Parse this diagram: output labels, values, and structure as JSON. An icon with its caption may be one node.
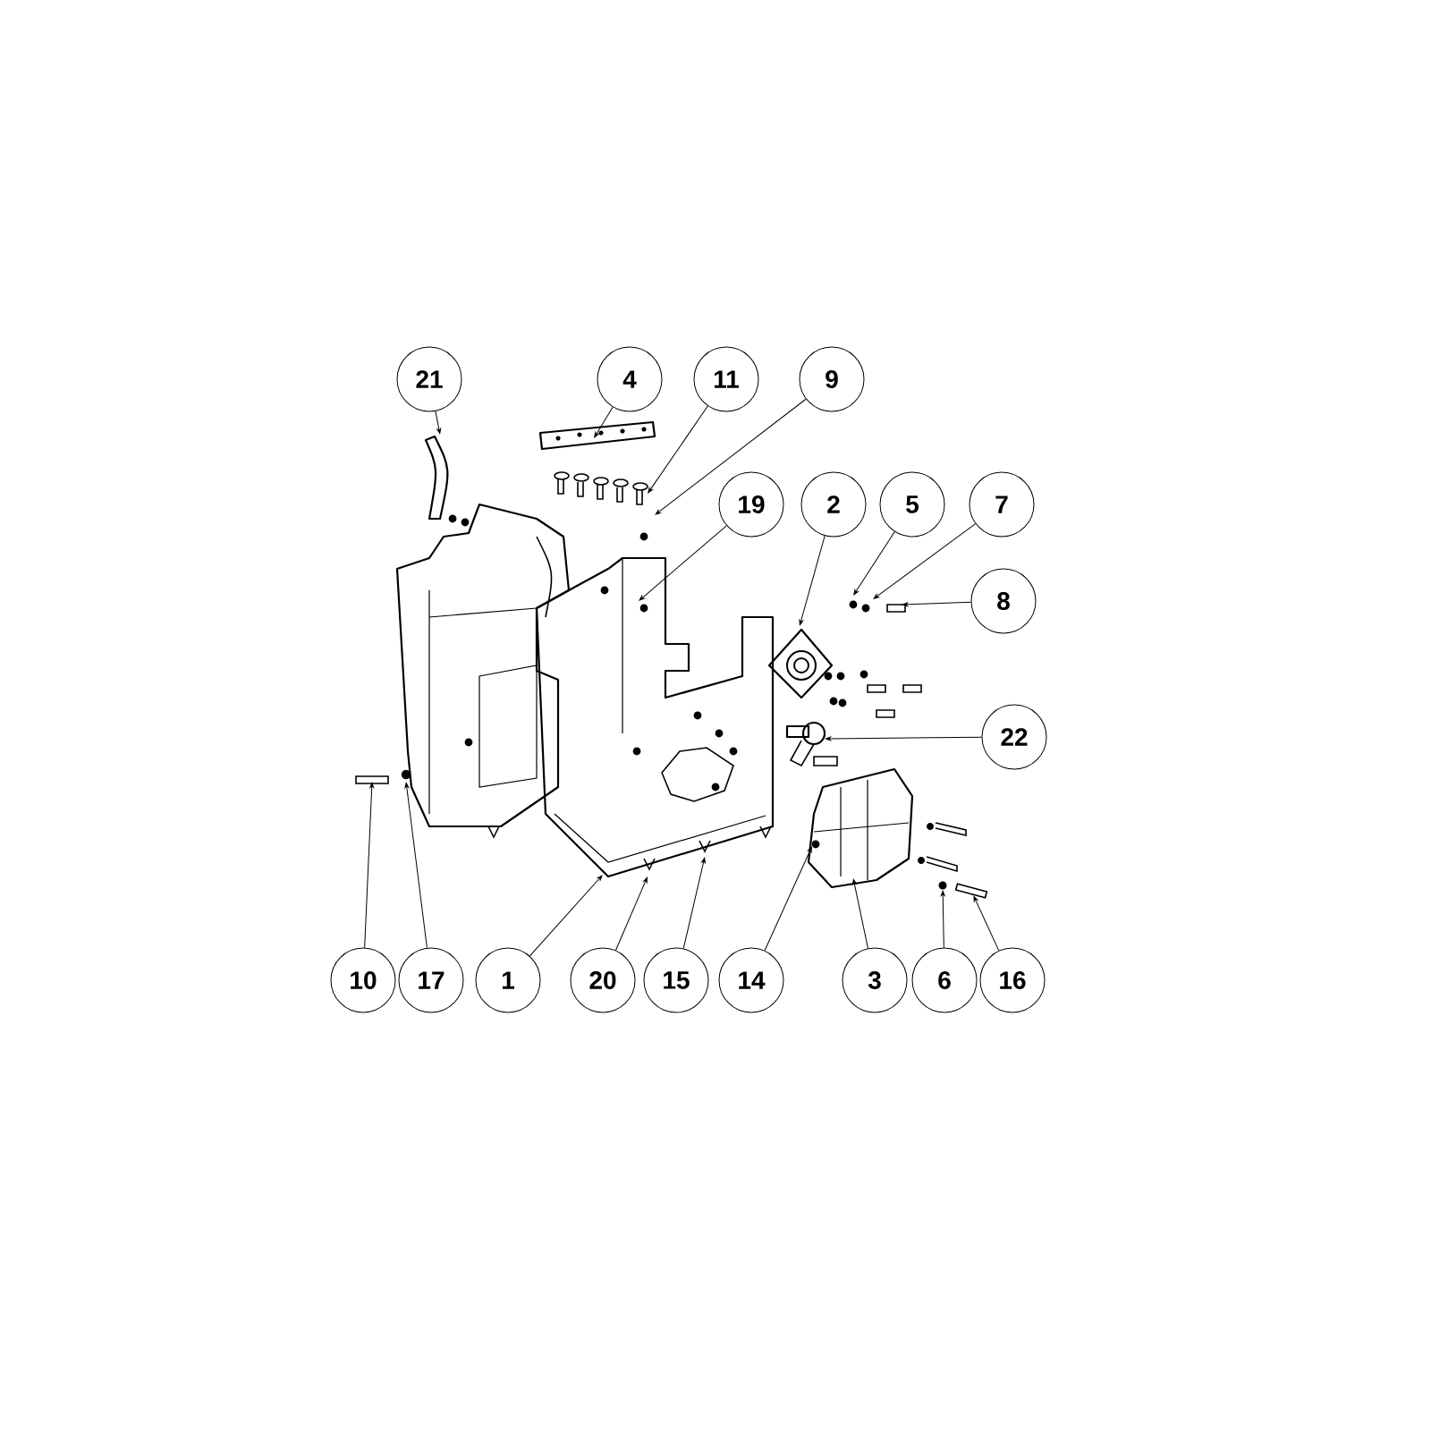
{
  "diagram": {
    "nodes": [
      {
        "text": [
          "21"
        ]
      },
      {
        "text": [
          "4"
        ]
      },
      {
        "text": [
          "11"
        ]
      },
      {
        "text": [
          "9"
        ]
      },
      {
        "text": [
          "19"
        ]
      },
      {
        "text": [
          "2"
        ]
      },
      {
        "text": [
          "5"
        ]
      },
      {
        "text": [
          "7"
        ]
      },
      {
        "text": [
          "8"
        ]
      },
      {
        "text": [
          "22"
        ]
      },
      {
        "text": [
          "10"
        ]
      },
      {
        "text": [
          "17"
        ]
      },
      {
        "text": [
          "1"
        ]
      },
      {
        "text": [
          "20"
        ]
      },
      {
        "text": [
          "15"
        ]
      },
      {
        "text": [
          "14"
        ]
      },
      {
        "text": [
          "3"
        ]
      },
      {
        "text": [
          "6"
        ]
      },
      {
        "text": [
          "16"
        ]
      },
      {
        "text": [],
        "shape": "circle"
      },
      {
        "text": [],
        "shape": "bar"
      }
    ],
    "edges": [
      {
        "from": 0,
        "to": null,
        "arrow": "to"
      },
      {
        "from": 1,
        "to": null,
        "arrow": "to"
      },
      {
        "from": 2,
        "to": null,
        "arrow": "to"
      },
      {
        "from": 3,
        "to": null,
        "arrow": "to"
      },
      {
        "from": 4,
        "to": null,
        "arrow": "to"
      },
      {
        "from": 5,
        "to": null,
        "arrow": "to"
      },
      {
        "from": 6,
        "to": null,
        "arrow": "to"
      },
      {
        "from": 7,
        "to": null,
        "arrow": "to"
      },
      {
        "from": 8,
        "to": null,
        "arrow": "to"
      },
      {
        "from": 9,
        "to": null,
        "arrow": "to"
      },
      {
        "from": 10,
        "to": null,
        "arrow": "to"
      },
      {
        "from": 11,
        "to": null,
        "arrow": "to"
      },
      {
        "from": 12,
        "to": null,
        "arrow": "to"
      },
      {
        "from": 13,
        "to": null,
        "arrow": "to"
      },
      {
        "from": 14,
        "to": null,
        "arrow": "to"
      },
      {
        "from": 15,
        "to": null,
        "arrow": "to"
      },
      {
        "from": 16,
        "to": null,
        "arrow": "to"
      },
      {
        "from": 17,
        "to": 19,
        "arrow": "to"
      },
      {
        "from": 18,
        "to": 20,
        "arrow": "to"
      }
    ]
  }
}
